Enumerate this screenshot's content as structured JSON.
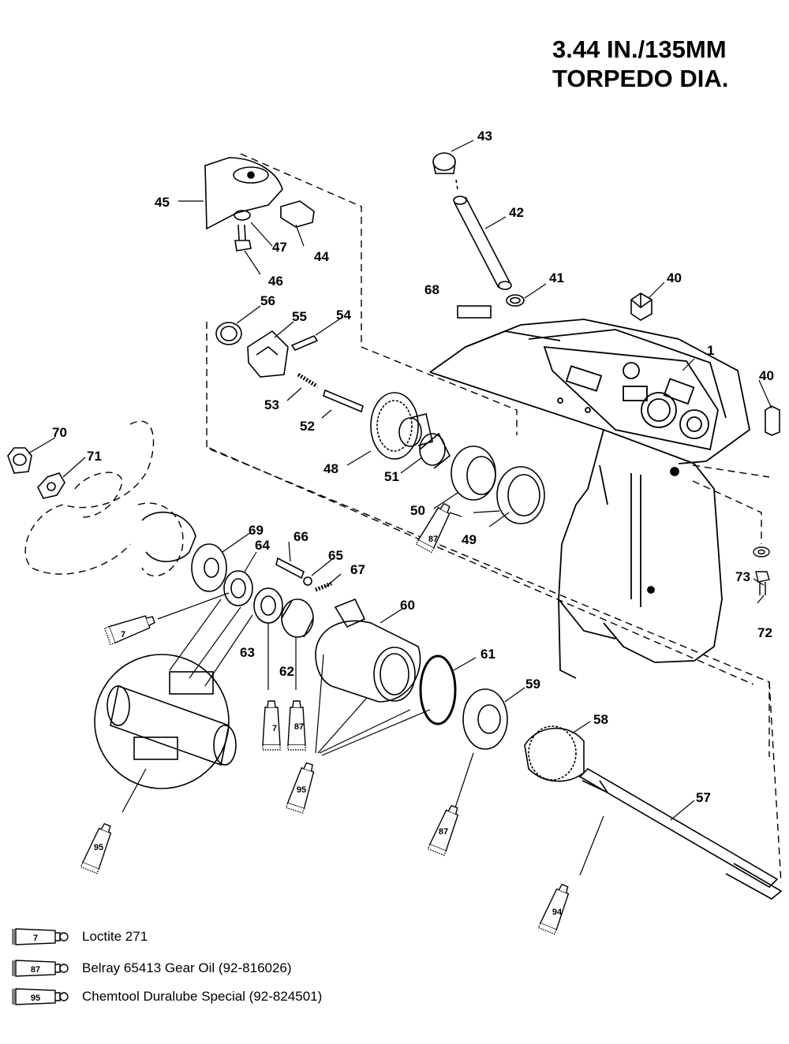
{
  "title": {
    "line1": "3.44 IN./135MM",
    "line2": "TORPEDO DIA."
  },
  "part_numbers": [
    "1",
    "40",
    "40",
    "41",
    "42",
    "43",
    "44",
    "45",
    "46",
    "47",
    "48",
    "49",
    "50",
    "51",
    "52",
    "53",
    "54",
    "55",
    "56",
    "57",
    "58",
    "59",
    "60",
    "61",
    "62",
    "63",
    "64",
    "65",
    "66",
    "67",
    "68",
    "69",
    "70",
    "71",
    "72",
    "73"
  ],
  "tube_labels": [
    "87",
    "7",
    "7",
    "87",
    "95",
    "95",
    "87",
    "94"
  ],
  "legend": [
    {
      "code": "7",
      "text": "Loctite 271"
    },
    {
      "code": "87",
      "text": "Belray 65413 Gear Oil (92-816026)"
    },
    {
      "code": "95",
      "text": "Chemtool Duralube Special (92-824501)"
    }
  ]
}
